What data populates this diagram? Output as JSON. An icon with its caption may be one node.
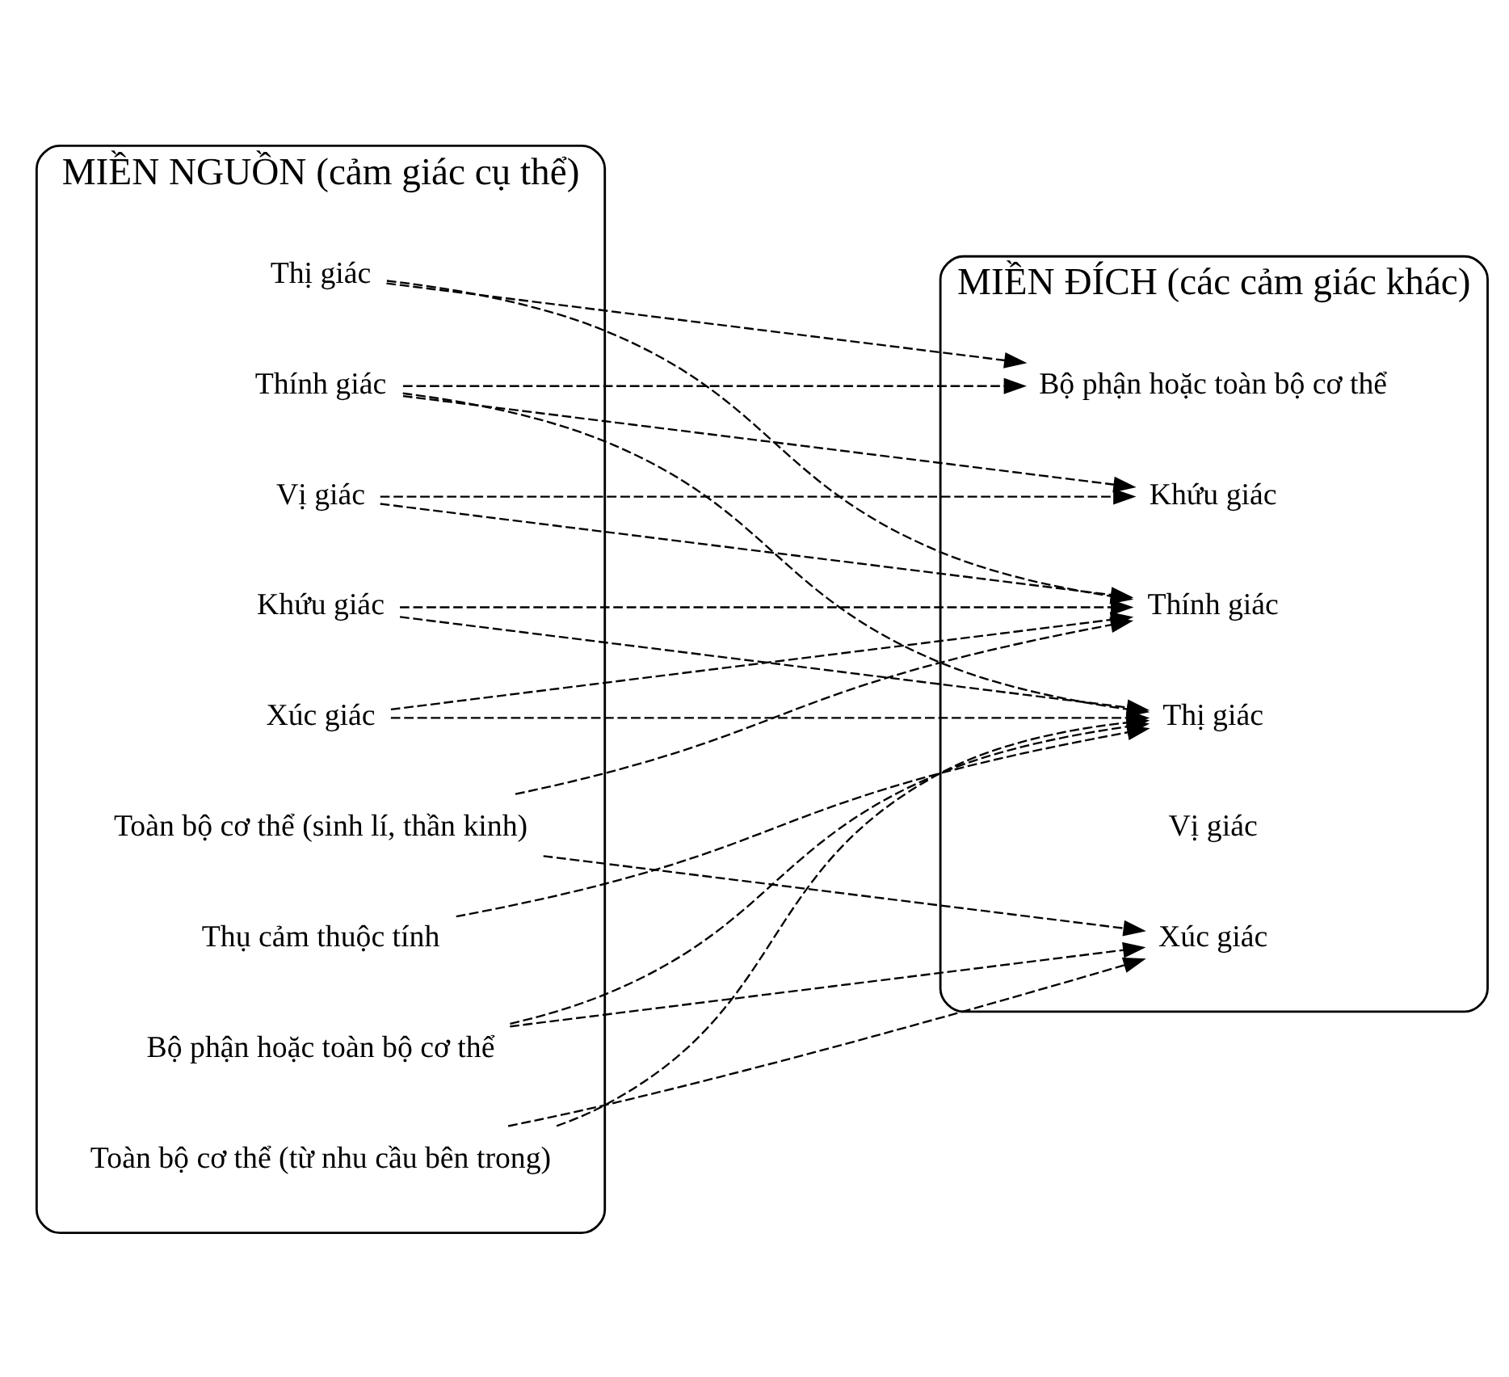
{
  "diagram": {
    "nodes": [
      {
        "text": [
          "MIỀN NGUỒN (cảm giác cụ thể)"
        ]
      },
      {
        "text": [
          "Thị giác"
        ],
        "in": 0
      },
      {
        "text": [
          "Thính giác"
        ],
        "in": 0
      },
      {
        "text": [
          "Khứu giác"
        ],
        "in": 0
      },
      {
        "text": [
          "Xúc giác"
        ],
        "in": 0
      },
      {
        "text": [
          "Vị giác"
        ],
        "in": 0
      },
      {
        "text": [
          "Bộ phận hoặc toàn bộ cơ thể"
        ],
        "in": 0
      },
      {
        "text": [
          "Toàn bộ cơ thể (từ nhu cầu bên trong)"
        ],
        "in": 0
      },
      {
        "text": [
          "Toàn bộ cơ thể (sinh lí, thần kinh)"
        ],
        "in": 0
      },
      {
        "text": [
          "Thụ cảm thuộc tính"
        ],
        "in": 0
      },
      {
        "text": [
          "MIỀN ĐÍCH (các cảm giác khác)"
        ]
      },
      {
        "text": [
          "Thị giác"
        ],
        "in": 10
      },
      {
        "text": [
          "Thính giác"
        ],
        "in": 10
      },
      {
        "text": [
          "Khứu giác"
        ],
        "in": 10
      },
      {
        "text": [
          "Xúc giác"
        ],
        "in": 10
      },
      {
        "text": [
          "Vị giác"
        ],
        "in": 10
      },
      {
        "text": [
          "Bộ phận hoặc toàn bộ cơ thể"
        ],
        "in": 10
      }
    ],
    "edges": [
      {
        "from": 1,
        "to": 12,
        "arrow": "to",
        "style": "dashed"
      },
      {
        "from": 1,
        "to": 16,
        "arrow": "to",
        "style": "dashed"
      },
      {
        "from": 2,
        "to": 11,
        "arrow": "to",
        "style": "dashed"
      },
      {
        "from": 2,
        "to": 16,
        "arrow": "to",
        "style": "dashed"
      },
      {
        "from": 2,
        "to": 13,
        "arrow": "to",
        "style": "dashed"
      },
      {
        "from": 3,
        "to": 12,
        "arrow": "to",
        "style": "dashed"
      },
      {
        "from": 3,
        "to": 11,
        "arrow": "to",
        "style": "dashed"
      },
      {
        "from": 4,
        "to": 12,
        "arrow": "to",
        "style": "dashed"
      },
      {
        "from": 4,
        "to": 11,
        "arrow": "to",
        "style": "dashed"
      },
      {
        "from": 5,
        "to": 12,
        "arrow": "to",
        "style": "dashed"
      },
      {
        "from": 5,
        "to": 13,
        "arrow": "to",
        "style": "dashed"
      },
      {
        "from": 6,
        "to": 11,
        "arrow": "to",
        "style": "dashed"
      },
      {
        "from": 6,
        "to": 14,
        "arrow": "to",
        "style": "dashed"
      },
      {
        "from": 7,
        "to": 11,
        "arrow": "to",
        "style": "dashed"
      },
      {
        "from": 7,
        "to": 14,
        "arrow": "to",
        "style": "dashed"
      },
      {
        "from": 8,
        "to": 14,
        "arrow": "to",
        "style": "dashed"
      },
      {
        "from": 8,
        "to": 12,
        "arrow": "to",
        "style": "dashed"
      },
      {
        "from": 9,
        "to": 11,
        "arrow": "to",
        "style": "dashed"
      }
    ]
  }
}
